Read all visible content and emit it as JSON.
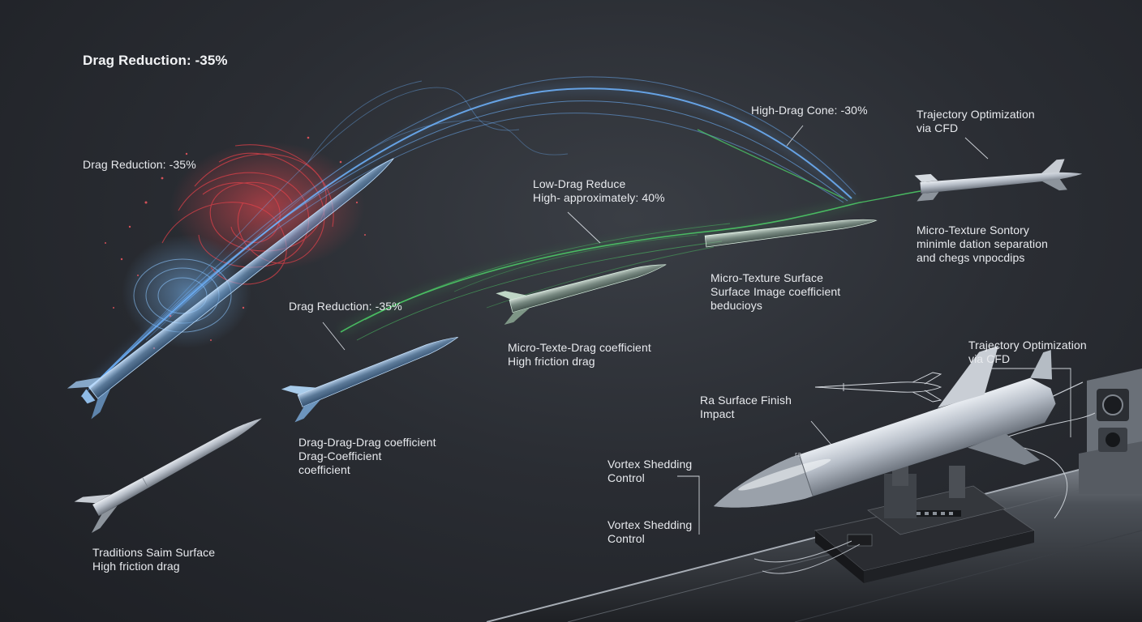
{
  "labels": {
    "title": "Drag Reduction: -35%",
    "drag_reduction_left": "Drag Reduction: -35%",
    "drag_reduction_mid": "Drag Reduction: -35%",
    "high_drag_cone": "High-Drag Cone: -30%",
    "low_drag_line1": "Low-Drag Reduce",
    "low_drag_line2": "High- approximately: 40%",
    "trajectory_top_line1": "Trajectory Optimization",
    "trajectory_top_line2": "via CFD",
    "micro_texture_right_line1": "Micro-Texture Sontory",
    "micro_texture_right_line2": "minimle dation separation",
    "micro_texture_right_line3": "and chegs vnpocdips",
    "micro_texture_mid_line1": "Micro-Texture Surface",
    "micro_texture_mid_line2": "Surface Image coefficient",
    "micro_texture_mid_line3": "beducioys",
    "micro_texte_line1": "Micro-Texte-Drag coefficient",
    "micro_texte_line2": "High friction drag",
    "drag_coeff_line1": "Drag-Drag-Drag coefficient",
    "drag_coeff_line2": "Drag-Coefficient",
    "drag_coeff_line3": "coefficient",
    "traditional_line1": "Traditions Saim Surface",
    "traditional_line2": "High friction drag",
    "trajectory_bottom_line1": "Trajectory Optimization",
    "trajectory_bottom_line2": "via CFD",
    "ra_surface_line1": "Ra Surface Finish",
    "ra_surface_line2": "Impact",
    "ra_small": "ra",
    "vortex_1_line1": "Vortex Shedding",
    "vortex_1_line2": "Control",
    "vortex_2_line1": "Vortex Shedding",
    "vortex_2_line2": "Control"
  },
  "colors": {
    "flow_blue": "#6fb4ff",
    "flow_red": "#e5414a",
    "flow_green": "#4fd86a",
    "text": "#e8eaee",
    "background": "#2a2d33"
  }
}
